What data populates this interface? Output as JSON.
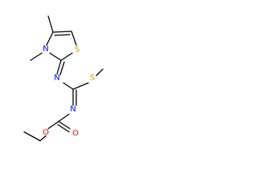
{
  "molecule": {
    "atoms": {
      "n_ring": {
        "symbol": "N",
        "color": "#0000ff"
      },
      "s_ring": {
        "symbol": "S",
        "color": "#b8a200"
      },
      "n_imine": {
        "symbol": "N",
        "color": "#0000ff"
      },
      "s_methyl": {
        "symbol": "S",
        "color": "#b8a200"
      },
      "n_carbamate": {
        "symbol": "N",
        "color": "#0000ff"
      },
      "o_carbonyl": {
        "symbol": "O",
        "color": "#ff0000"
      },
      "o_ester": {
        "symbol": "O",
        "color": "#ff0000"
      }
    },
    "bond_color": "#000000"
  }
}
